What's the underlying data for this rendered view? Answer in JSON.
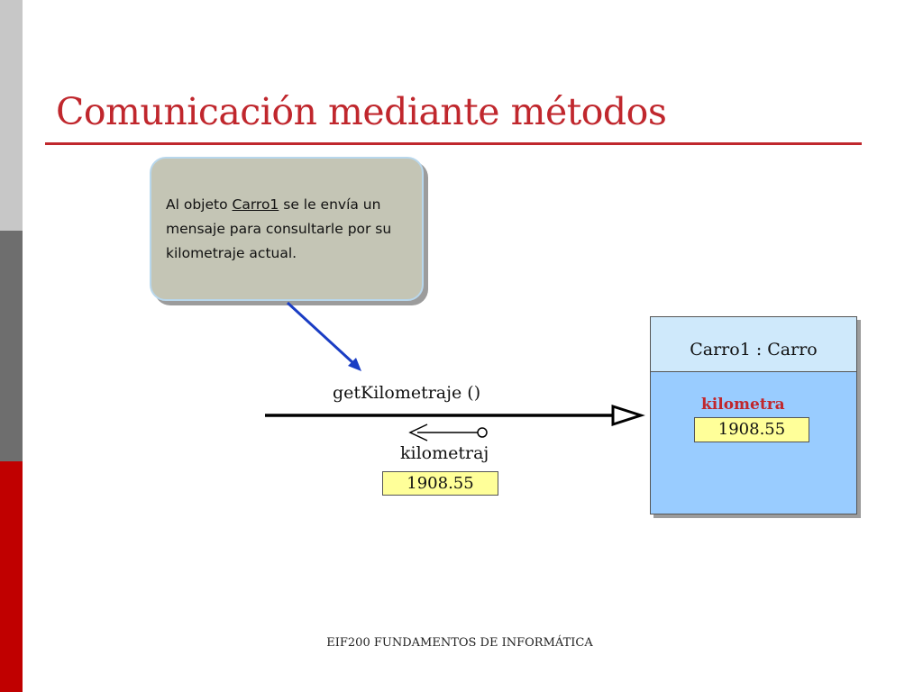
{
  "slide": {
    "title": "Comunicación mediante métodos",
    "footer": "EIF200 FUNDAMENTOS DE INFORMÁTICA"
  },
  "callout": {
    "text_before": "Al objeto ",
    "object_ref": "Carro1",
    "text_after": " se le envía un mensaje para consultarle por su kilometraje actual."
  },
  "message": {
    "label": "getKilometraje ()",
    "return_label": "kilometraj",
    "return_value": "1908.55"
  },
  "object": {
    "header": "Carro1 : Carro",
    "attribute_name": "kilometra",
    "attribute_value": "1908.55"
  },
  "colors": {
    "title": "#c0272d",
    "callout_fill": "#c4c5b5",
    "pointer_arrow": "#1a3dc4",
    "object_header": "#cfe9fb",
    "object_body": "#99ccff",
    "value_fill": "#ffff99"
  }
}
